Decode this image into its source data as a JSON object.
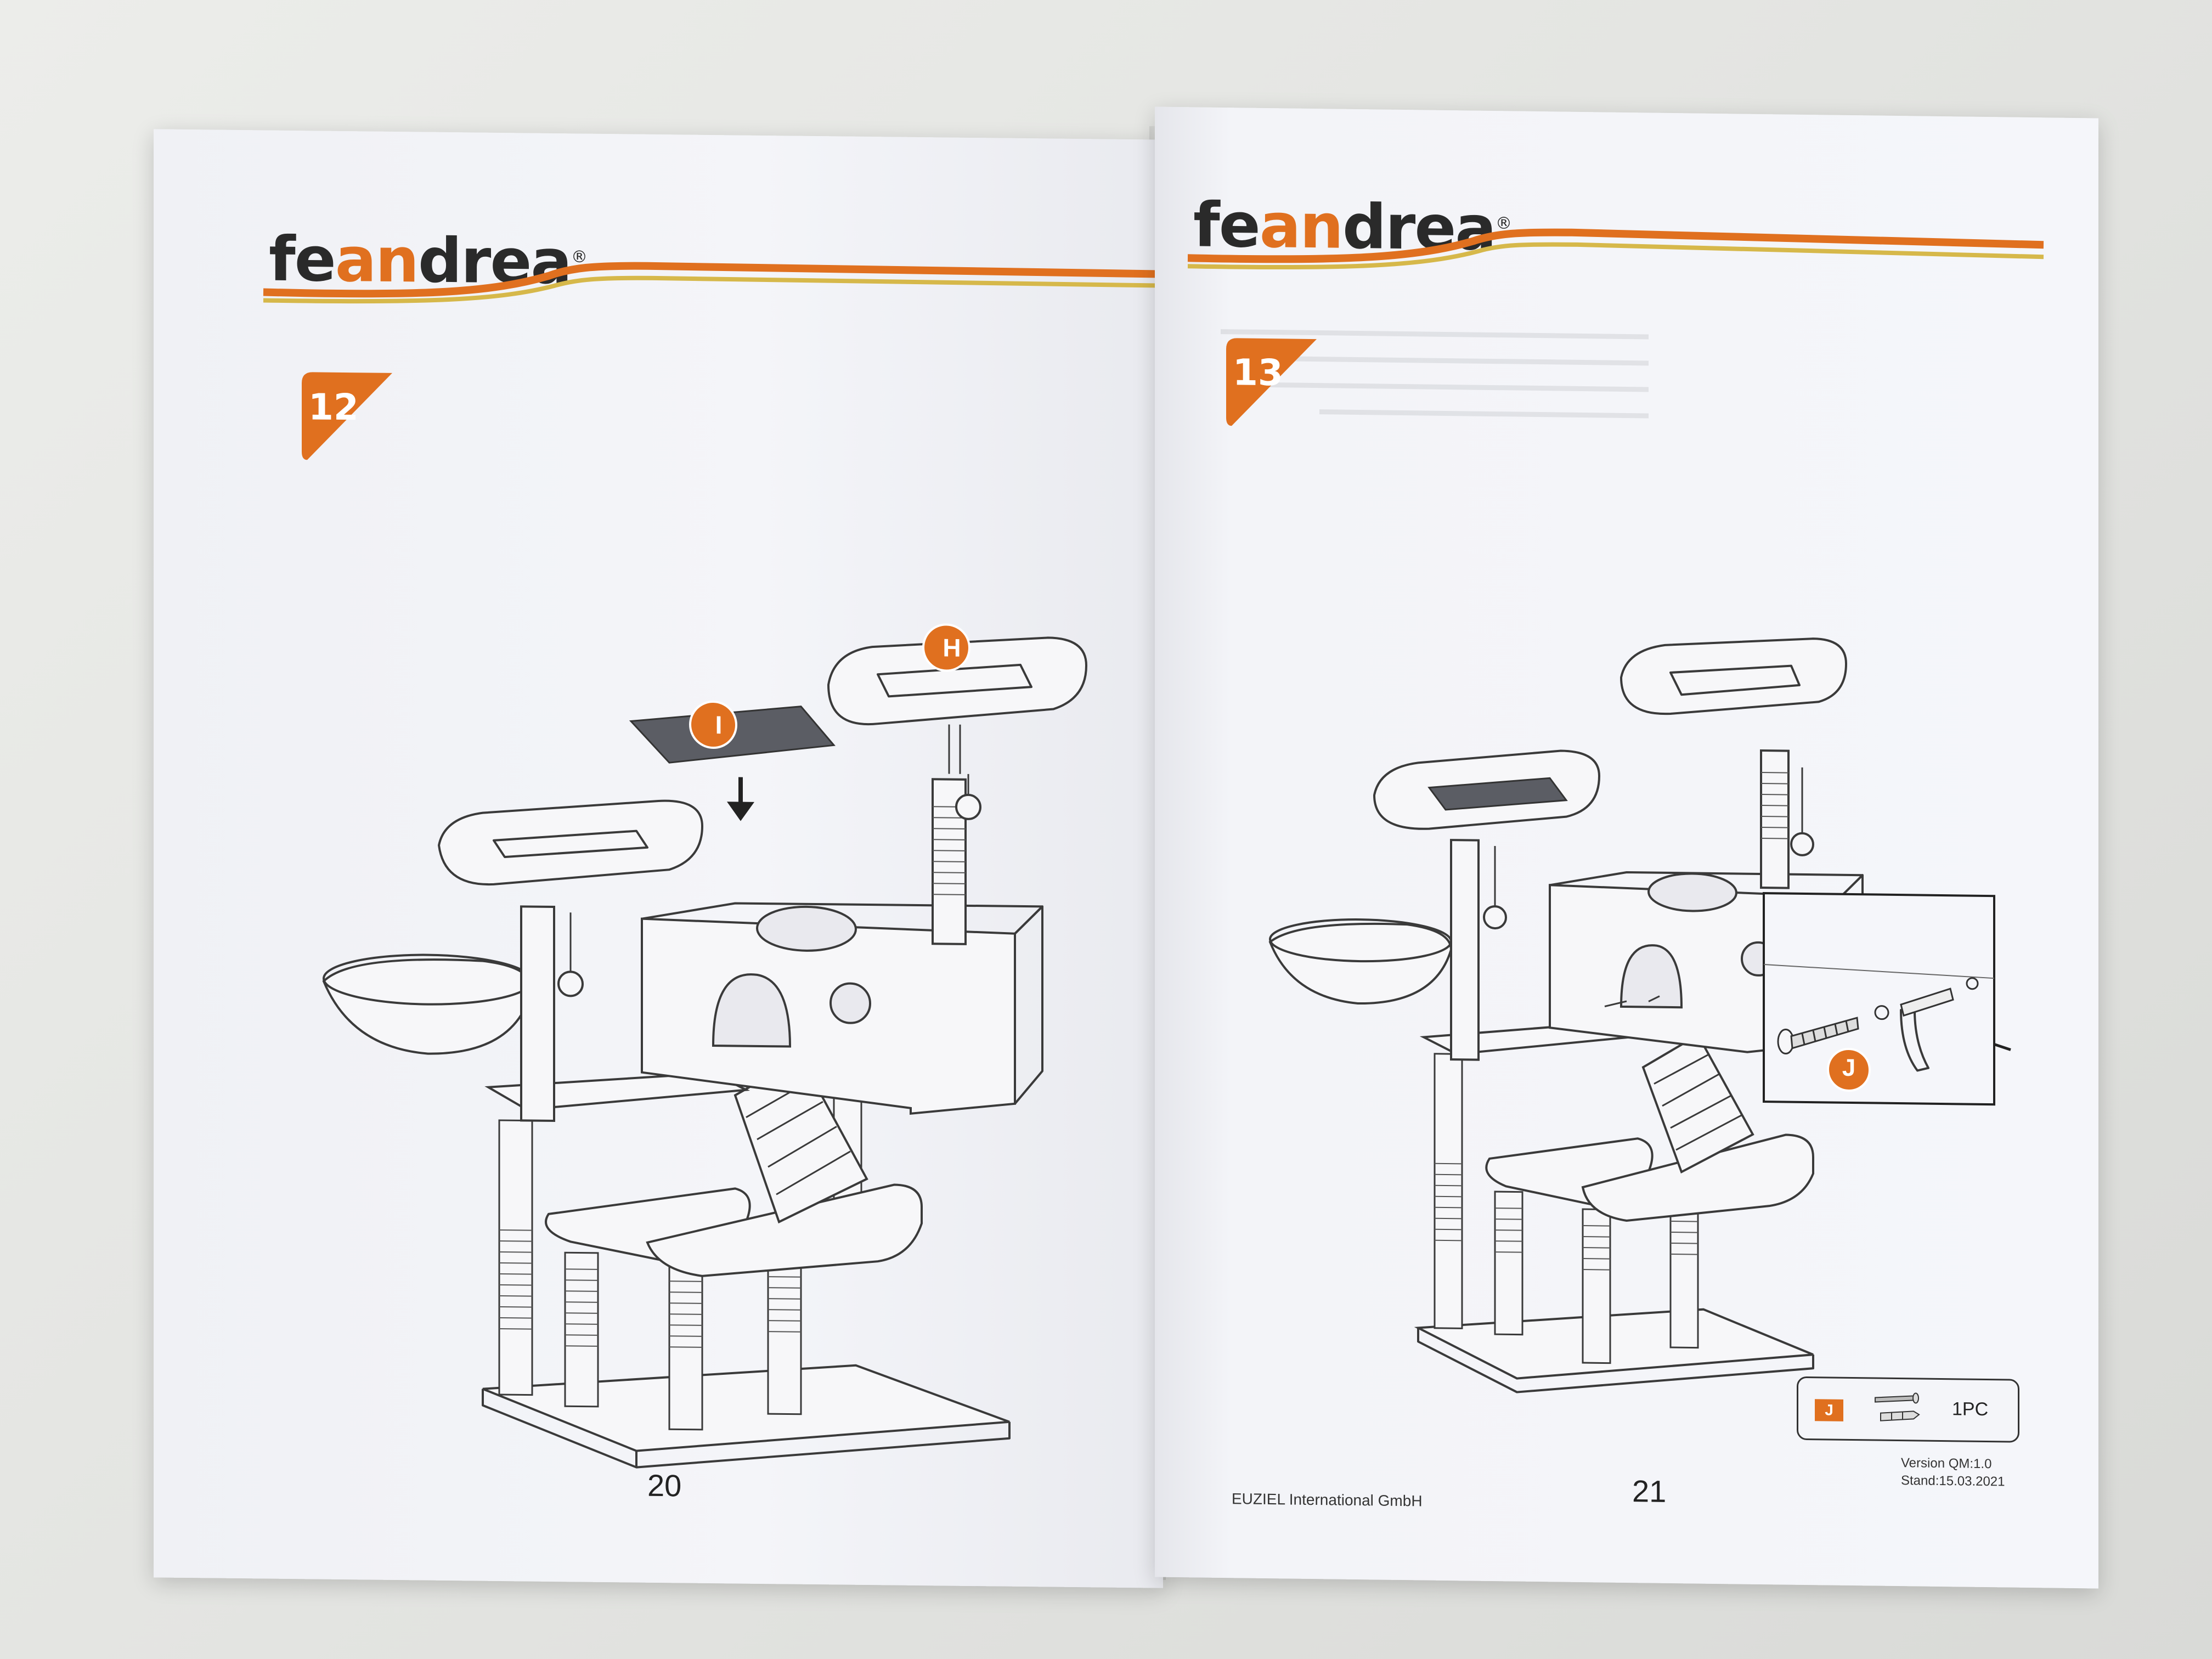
{
  "brand": {
    "name_start": "fe",
    "name_mid": "an",
    "name_end": "drea",
    "registered": "®"
  },
  "colors": {
    "accent": "#e0701f",
    "stripe_yellow": "#d6b84a",
    "ink": "#3a3a3a"
  },
  "left_page": {
    "step": "12",
    "part_labels": [
      "H",
      "I"
    ],
    "page_number": "20"
  },
  "right_page": {
    "step": "13",
    "part_label": "J",
    "page_number": "21",
    "company": "EUZIEL International GmbH",
    "version": "Version QM:1.0",
    "date": "Stand:15.03.2021",
    "parts_list": {
      "label": "J",
      "quantity": "1PC"
    }
  }
}
